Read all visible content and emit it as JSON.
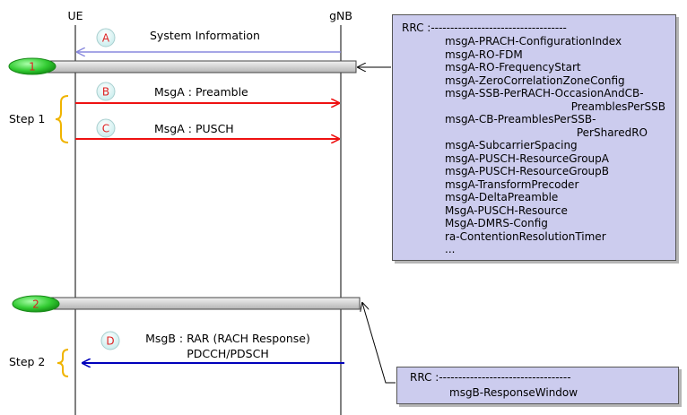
{
  "entities": {
    "ue": "UE",
    "gnb": "gNB"
  },
  "messages": [
    {
      "badge": "A",
      "label": "System Information"
    },
    {
      "badge": "B",
      "label": "MsgA : Preamble"
    },
    {
      "badge": "C",
      "label": "MsgA : PUSCH"
    },
    {
      "badge": "D",
      "label_line1": "MsgB : RAR (RACH Response)",
      "label_line2": "PDCCH/PDSCH"
    }
  ],
  "phases": [
    {
      "number": "1"
    },
    {
      "number": "2"
    }
  ],
  "steps": [
    {
      "label": "Step 1"
    },
    {
      "label": "Step 2"
    }
  ],
  "rrc_box_1": {
    "header": "RRC :-----------------------------------",
    "items": [
      "msgA-PRACH-ConfigurationIndex",
      "msgA-RO-FDM",
      "msgA-RO-FrequencyStart",
      "msgA-ZeroCorrelationZoneConfig",
      "msgA-SSB-PerRACH-OccasionAndCB-",
      "PreamblesPerSSB",
      "msgA-CB-PreamblesPerSSB-",
      "PerSharedRO",
      "msgA-SubcarrierSpacing",
      "msgA-PUSCH-ResourceGroupA",
      "msgA-PUSCH-ResourceGroupB",
      "msgA-TransformPrecoder",
      "msgA-DeltaPreamble",
      "MsgA-PUSCH-Resource",
      "MsgA-DMRS-Config",
      "ra-ContentionResolutionTimer",
      "..."
    ]
  },
  "rrc_box_2": {
    "header": "RRC :----------------------------------",
    "items": [
      "msgB-ResponseWindow"
    ]
  },
  "colors": {
    "system_info_arrow": "#8888dd",
    "uplink_arrow": "#ee1111",
    "downlink_arrow": "#0000bb",
    "badge_fill": "#dff5f5",
    "badge_text": "#dd2222",
    "phase_oval": "#33cc33",
    "bracket": "#f0b400",
    "rrc_fill": "#ccccee"
  }
}
